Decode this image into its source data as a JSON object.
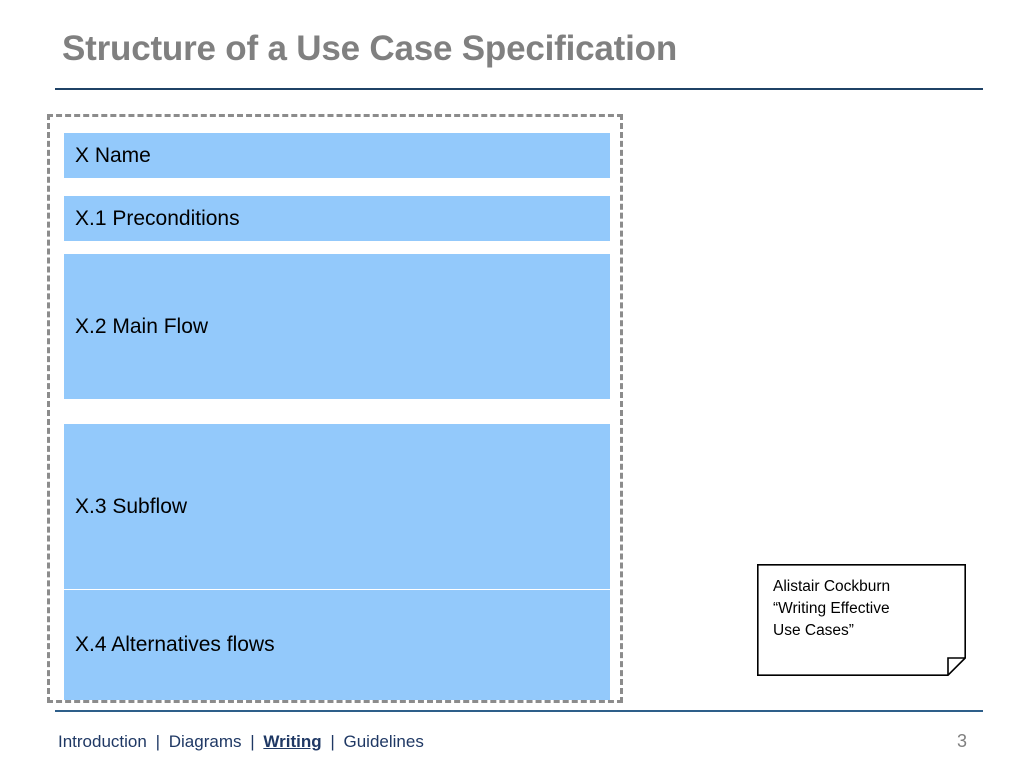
{
  "slide": {
    "title": "Structure of a Use Case Specification",
    "title_color": "#808080",
    "rule_color": "#1f4266"
  },
  "spec_structure": {
    "border_style": "dashed",
    "border_color": "#8c8c8c",
    "bar_color": "#93c9fb",
    "bars": [
      {
        "label": "X Name"
      },
      {
        "label": "X.1 Preconditions"
      },
      {
        "label": "X.2 Main Flow"
      },
      {
        "label": "X.3 Subflow"
      },
      {
        "label": "X.4 Alternatives flows"
      }
    ]
  },
  "note": {
    "lines": [
      "Alistair Cockburn",
      "“Writing Effective",
      "Use Cases”"
    ]
  },
  "footer": {
    "nav": [
      {
        "label": "Introduction",
        "active": false
      },
      {
        "label": "Diagrams",
        "active": false
      },
      {
        "label": "Writing",
        "active": true
      },
      {
        "label": "Guidelines",
        "active": false
      }
    ],
    "separator": "|",
    "page_number": "3",
    "link_color": "#1f3864",
    "rule_color": "#2e5f8a"
  }
}
